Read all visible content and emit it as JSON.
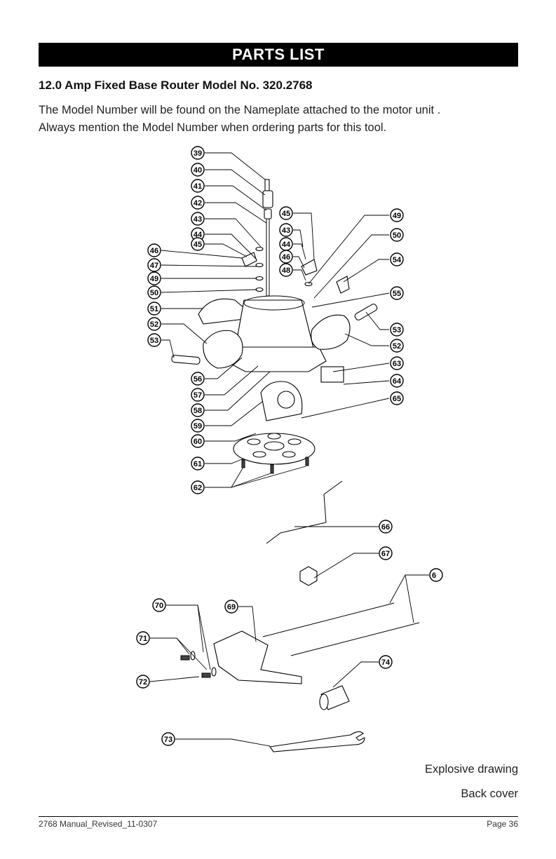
{
  "banner": {
    "title": "PARTS LIST"
  },
  "heading": "12.0 Amp Fixed Base Router Model No. 320.2768",
  "intro": {
    "line1": "The Model Number will be found on the Nameplate attached to the motor unit .",
    "line2": "Always mention the Model Number when ordering parts for this tool."
  },
  "drawing": {
    "part_numbers": [
      "39",
      "40",
      "41",
      "42",
      "43",
      "44",
      "45",
      "46",
      "47",
      "49",
      "50",
      "51",
      "52",
      "53",
      "54",
      "55",
      "56",
      "57",
      "58",
      "59",
      "60",
      "61",
      "62",
      "63",
      "64",
      "65",
      "66",
      "67",
      "6",
      "69",
      "70",
      "71",
      "72",
      "73",
      "74"
    ]
  },
  "captions": {
    "explosive": "Explosive drawing",
    "back_cover": "Back cover"
  },
  "footer": {
    "left": "2768 Manual_Revised_11-0307",
    "right": "Page 36"
  }
}
